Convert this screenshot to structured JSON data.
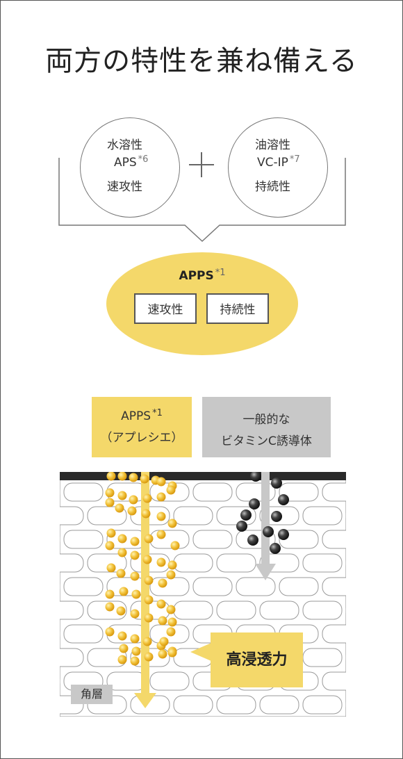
{
  "title": "両方の特性を兼ね備える",
  "left_circle": {
    "line1": "水溶性",
    "line2": "APS",
    "line2_note": "*6",
    "line3": "速攻性"
  },
  "right_circle": {
    "line1": "油溶性",
    "line2": "VC-IP",
    "line2_note": "*7",
    "line3": "持続性"
  },
  "result": {
    "name": "APPS",
    "note": "*1",
    "box1": "速攻性",
    "box2": "持続性"
  },
  "apps_tag": {
    "line1": "APPS",
    "line1_note": "*1",
    "line2": "（アプレシエ）"
  },
  "vc_tag": {
    "line1": "一般的な",
    "line2": "ビタミンC誘導体"
  },
  "skin_label": "角層",
  "penetration_label": "高浸透力",
  "colors": {
    "apps_yellow": "#f4d86a",
    "gray_label": "#c8c8c8",
    "dark": "#2a2a2a"
  }
}
